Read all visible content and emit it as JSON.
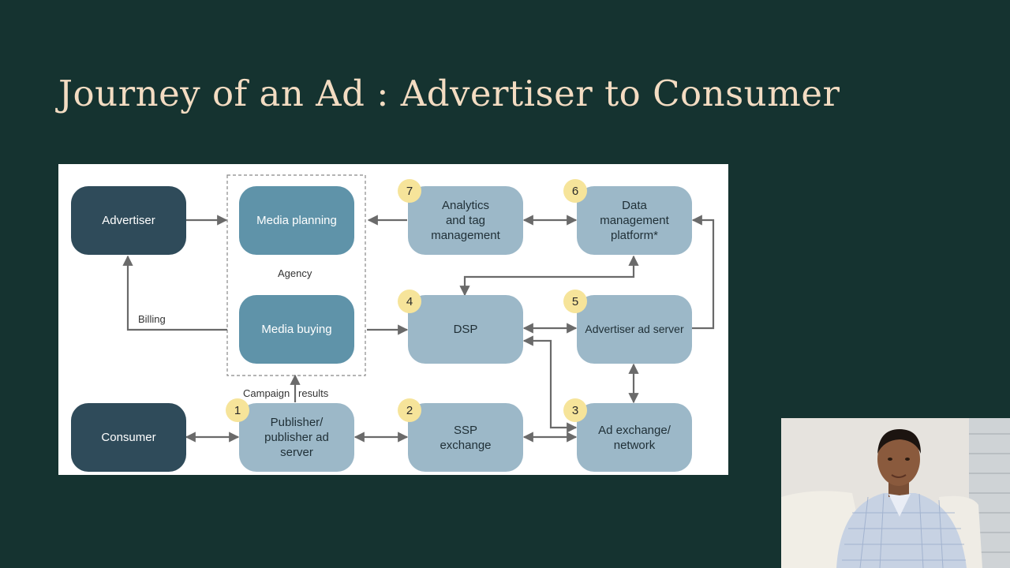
{
  "title": "Journey of an Ad : Advertiser to Consumer",
  "diagram": {
    "nodes": {
      "advertiser": "Advertiser",
      "consumer": "Consumer",
      "media_planning": "Media planning",
      "media_buying": "Media buying",
      "analytics": "Analytics\nand tag\nmanagement",
      "dmp": "Data\nmanagement\nplatform*",
      "dsp": "DSP",
      "ad_server": "Advertiser ad server",
      "publisher": "Publisher/\npublisher ad\nserver",
      "ssp": "SSP\nexchange",
      "ad_exchange": "Ad exchange/\nnetwork"
    },
    "badges": [
      "1",
      "2",
      "3",
      "4",
      "5",
      "6",
      "7"
    ],
    "labels": {
      "agency": "Agency",
      "billing": "Billing",
      "campaign": "Campaign",
      "results": "results"
    }
  },
  "webcam": {
    "description": "presenter video feed"
  }
}
